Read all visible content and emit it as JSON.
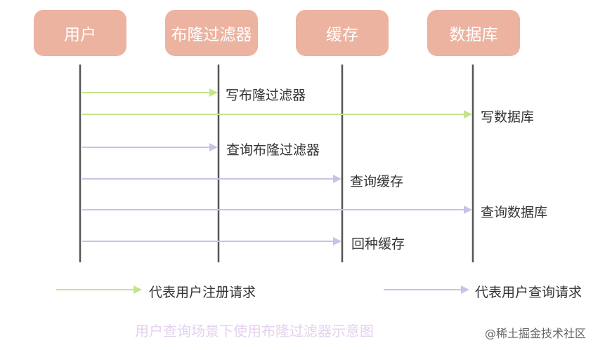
{
  "colors": {
    "actor_bg": "#ecb3a1",
    "register_arrow": "#c5e48a",
    "query_arrow": "#c8c3e4",
    "lifeline": "#555555",
    "caption": "#e4d2ee"
  },
  "actors": [
    {
      "label": "用户"
    },
    {
      "label": "布隆过滤器"
    },
    {
      "label": "缓存"
    },
    {
      "label": "数据库"
    }
  ],
  "messages": [
    {
      "label": "写布隆过滤器",
      "from": 0,
      "to": 1,
      "type": "register"
    },
    {
      "label": "写数据库",
      "from": 0,
      "to": 3,
      "type": "register"
    },
    {
      "label": "查询布隆过滤器",
      "from": 0,
      "to": 1,
      "type": "query"
    },
    {
      "label": "查询缓存",
      "from": 0,
      "to": 2,
      "type": "query"
    },
    {
      "label": "查询数据库",
      "from": 0,
      "to": 3,
      "type": "query"
    },
    {
      "label": "回种缓存",
      "from": 0,
      "to": 2,
      "type": "query"
    }
  ],
  "legend": {
    "register_label": "代表用户注册请求",
    "query_label": "代表用户查询请求"
  },
  "caption": "用户查询场景下使用布隆过滤器示意图",
  "watermark": "@稀土掘金技术社区"
}
